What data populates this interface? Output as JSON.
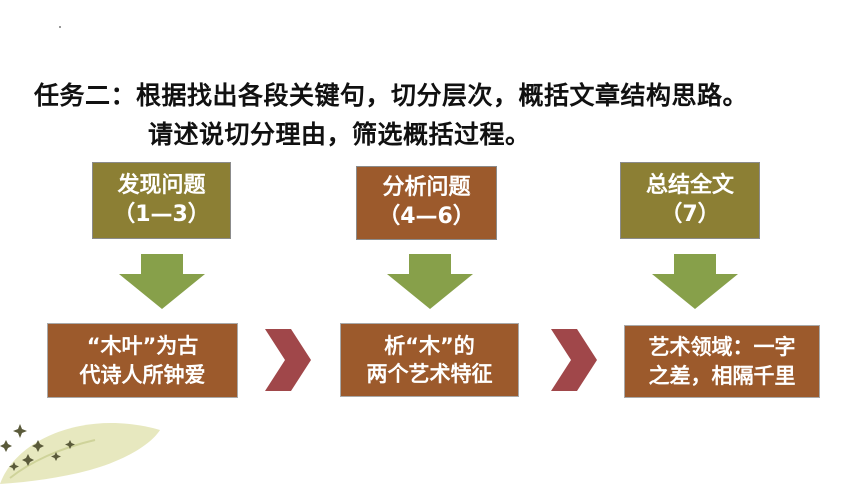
{
  "task": {
    "line1": "任务二：根据找出各段关键句，切分层次，概括文章结构思路。",
    "line2": "请述说切分理由，筛选概括过程。"
  },
  "colors": {
    "olive": "#8c7f34",
    "brown": "#9c5a2c",
    "arrow_green": "#87a04a",
    "chevron_red": "#a0474a",
    "deco_green": "#e4e6b8"
  },
  "sections": [
    {
      "title": "发现问题",
      "range": "（1—3）",
      "body1": "“木叶”为古",
      "body2": "代诗人所钟爱"
    },
    {
      "title": "分析问题",
      "range": "（4—6）",
      "body1": "析“木”的",
      "body2": "两个艺术特征"
    },
    {
      "title": "总结全文",
      "range": "（7）",
      "body1": "艺术领域：一字",
      "body2": "之差，相隔千里"
    }
  ],
  "icons": {
    "down_arrow": "down-arrow-icon",
    "chevron": "chevron-right-icon",
    "sparkle": "sparkle-icon"
  }
}
